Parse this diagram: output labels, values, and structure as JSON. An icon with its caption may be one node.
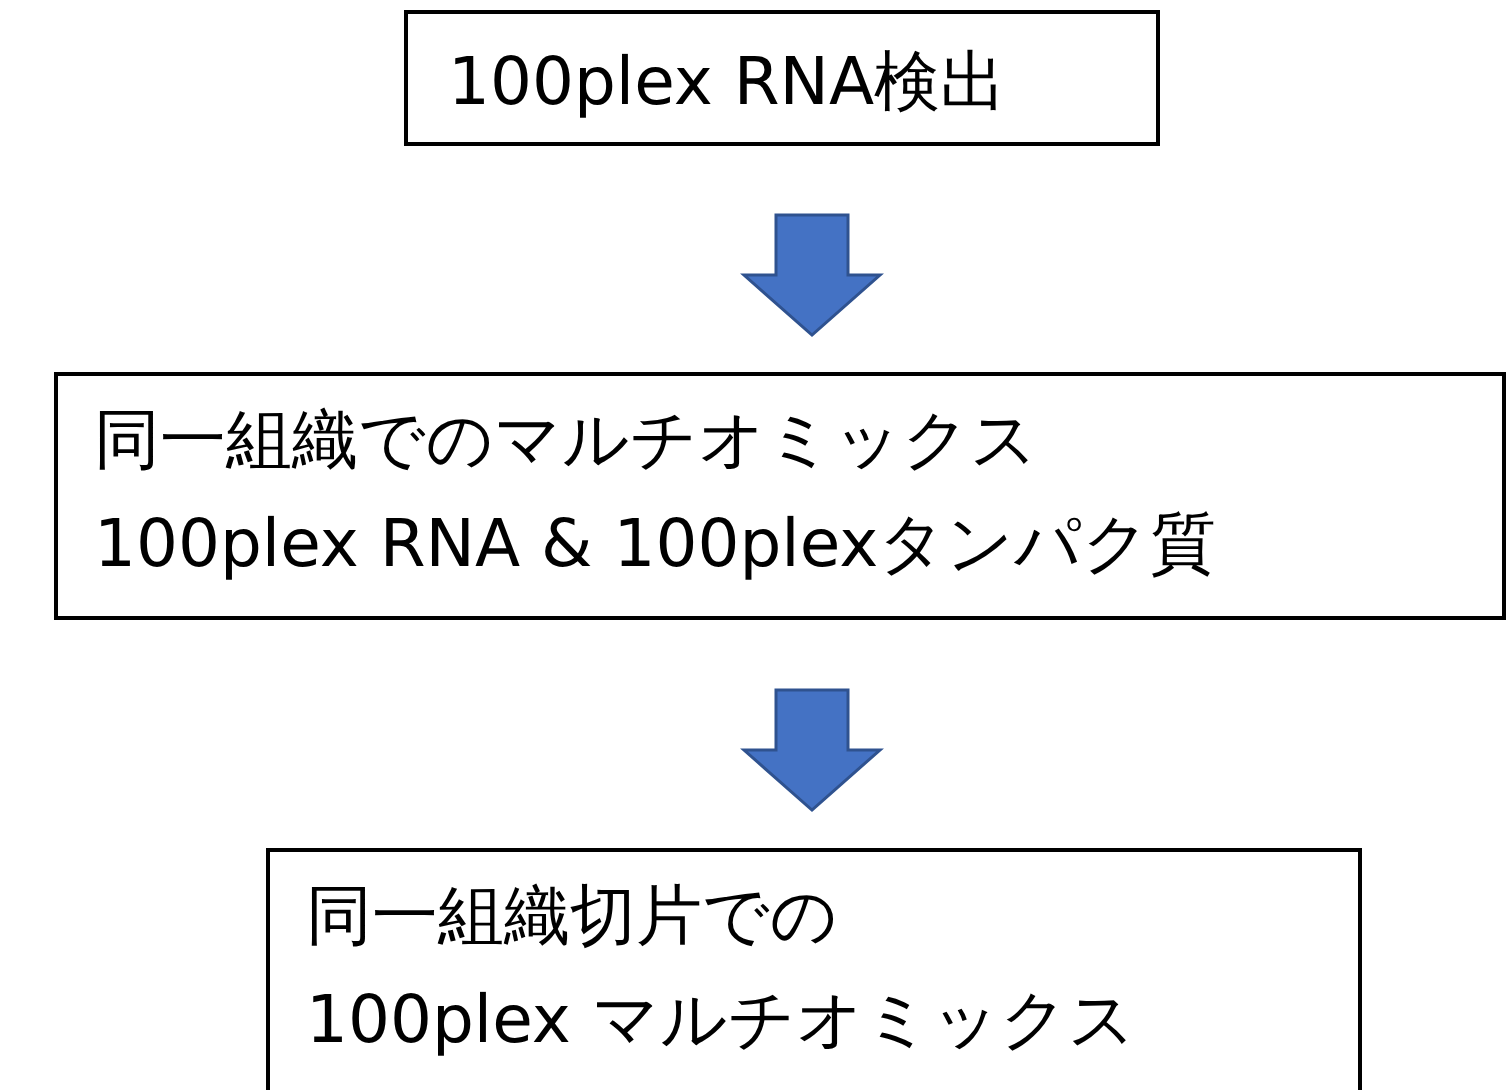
{
  "diagram": {
    "nodes": [
      {
        "text": [
          "100plex RNA検出"
        ]
      },
      {
        "text": [
          "同一組織でのマルチオミックス",
          "100plex RNA & 100plexタンパク質"
        ]
      },
      {
        "text": [
          "同一組織切片での",
          "100plex マルチオミックス"
        ]
      }
    ],
    "edges": [
      {
        "from": 0,
        "to": 1,
        "arrow": "to"
      },
      {
        "from": 1,
        "to": 2,
        "arrow": "to"
      }
    ]
  }
}
